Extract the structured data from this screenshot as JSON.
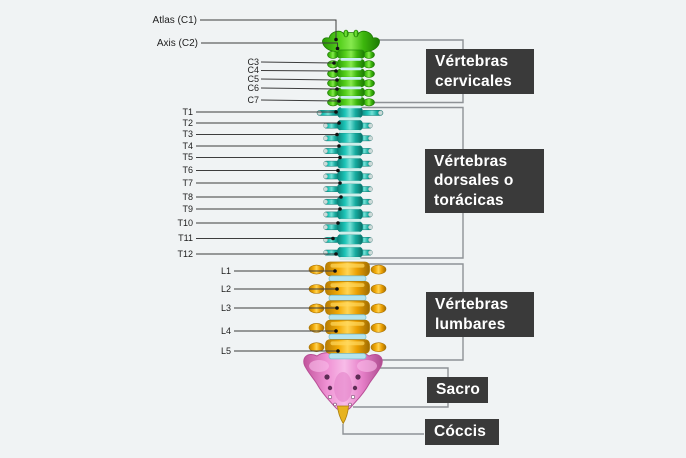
{
  "left_labels": {
    "cervical": [
      "Atlas (C1)",
      "Axis (C2)",
      "C3",
      "C4",
      "C5",
      "C6",
      "C7"
    ],
    "thoracic": [
      "T1",
      "T2",
      "T3",
      "T4",
      "T5",
      "T6",
      "T7",
      "T8",
      "T9",
      "T10",
      "T11",
      "T12"
    ],
    "lumbar": [
      "L1",
      "L2",
      "L3",
      "L4",
      "L5"
    ]
  },
  "regions": [
    {
      "id": "cervicales",
      "label": "Vértebras cervicales"
    },
    {
      "id": "dorsales",
      "label": "Vértebras dorsales o torácicas"
    },
    {
      "id": "lumbares",
      "label": "Vértebras lumbares"
    },
    {
      "id": "sacro",
      "label": "Sacro"
    },
    {
      "id": "coccis",
      "label": "Cóccis"
    }
  ],
  "colors": {
    "background": "#f0f3f4",
    "cervical_vertebrae": "#3fc30d",
    "thoracic_vertebrae": "#16bdb1",
    "lumbar_vertebrae": "#f2a702",
    "sacrum": "#f18fd4",
    "coccyx": "#e7b31e",
    "disc": "#bfe7f0",
    "label_box_bg": "#3a3a3a",
    "label_box_text": "#ffffff",
    "leader_line": "#3d3d3d",
    "bracket_line": "#8e9296"
  }
}
